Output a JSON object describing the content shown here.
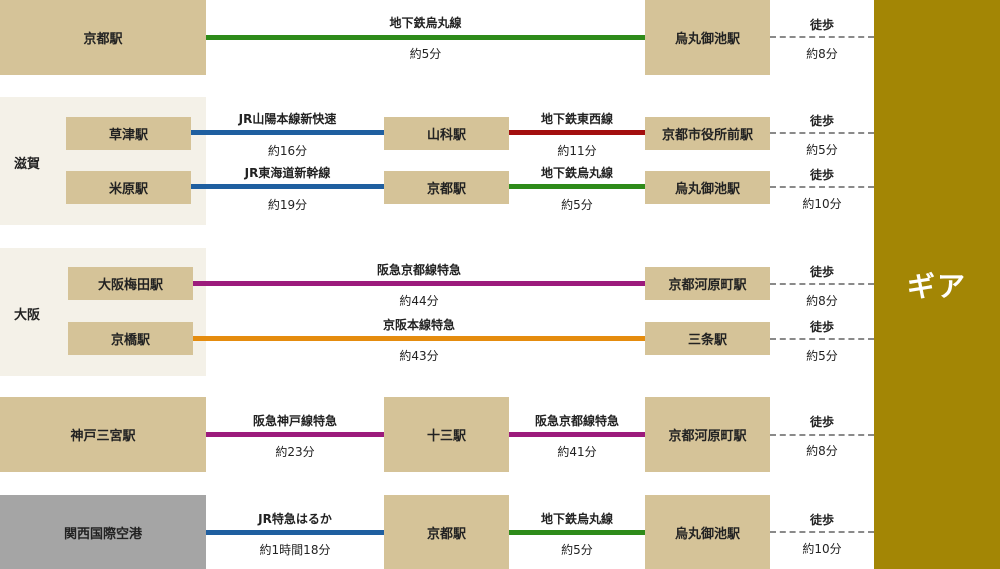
{
  "colors": {
    "karasuma": "#2e8b1a",
    "tozai": "#a30f0f",
    "jr": "#1f5fa0",
    "hankyu": "#9c1b7c",
    "keihan": "#e58c0e",
    "box": "#d5c398",
    "region_bg": "#f4f1e8",
    "airport_box": "#a5a5a5",
    "destination": "#a38605"
  },
  "destination": {
    "label": "ギア"
  },
  "regions": [
    {
      "label": "滋賀"
    },
    {
      "label": "大阪"
    }
  ],
  "routes": [
    {
      "origin": "京都駅",
      "legs": [
        {
          "line": "地下鉄烏丸線",
          "time": "約5分",
          "color": "karasuma"
        }
      ],
      "end_station": "烏丸御池駅",
      "walk": {
        "label": "徒歩",
        "time": "約8分"
      }
    },
    {
      "origin": "草津駅",
      "legs": [
        {
          "line": "JR山陽本線新快速",
          "time": "約16分",
          "color": "jr"
        },
        {
          "line": "地下鉄東西線",
          "time": "約11分",
          "color": "tozai"
        }
      ],
      "transfer": "山科駅",
      "end_station": "京都市役所前駅",
      "walk": {
        "label": "徒歩",
        "time": "約5分"
      }
    },
    {
      "origin": "米原駅",
      "legs": [
        {
          "line": "JR東海道新幹線",
          "time": "約19分",
          "color": "jr"
        },
        {
          "line": "地下鉄烏丸線",
          "time": "約5分",
          "color": "karasuma"
        }
      ],
      "transfer": "京都駅",
      "end_station": "烏丸御池駅",
      "walk": {
        "label": "徒歩",
        "time": "約10分"
      }
    },
    {
      "origin": "大阪梅田駅",
      "legs": [
        {
          "line": "阪急京都線特急",
          "time": "約44分",
          "color": "hankyu"
        }
      ],
      "end_station": "京都河原町駅",
      "walk": {
        "label": "徒歩",
        "time": "約8分"
      }
    },
    {
      "origin": "京橋駅",
      "legs": [
        {
          "line": "京阪本線特急",
          "time": "約43分",
          "color": "keihan"
        }
      ],
      "end_station": "三条駅",
      "walk": {
        "label": "徒歩",
        "time": "約5分"
      }
    },
    {
      "origin": "神戸三宮駅",
      "legs": [
        {
          "line": "阪急神戸線特急",
          "time": "約23分",
          "color": "hankyu"
        },
        {
          "line": "阪急京都線特急",
          "time": "約41分",
          "color": "hankyu"
        }
      ],
      "transfer": "十三駅",
      "end_station": "京都河原町駅",
      "walk": {
        "label": "徒歩",
        "time": "約8分"
      }
    },
    {
      "origin": "関西国際空港",
      "legs": [
        {
          "line": "JR特急はるか",
          "time": "約1時間18分",
          "color": "jr"
        },
        {
          "line": "地下鉄烏丸線",
          "time": "約5分",
          "color": "karasuma"
        }
      ],
      "transfer": "京都駅",
      "end_station": "烏丸御池駅",
      "walk": {
        "label": "徒歩",
        "time": "約10分"
      }
    }
  ]
}
